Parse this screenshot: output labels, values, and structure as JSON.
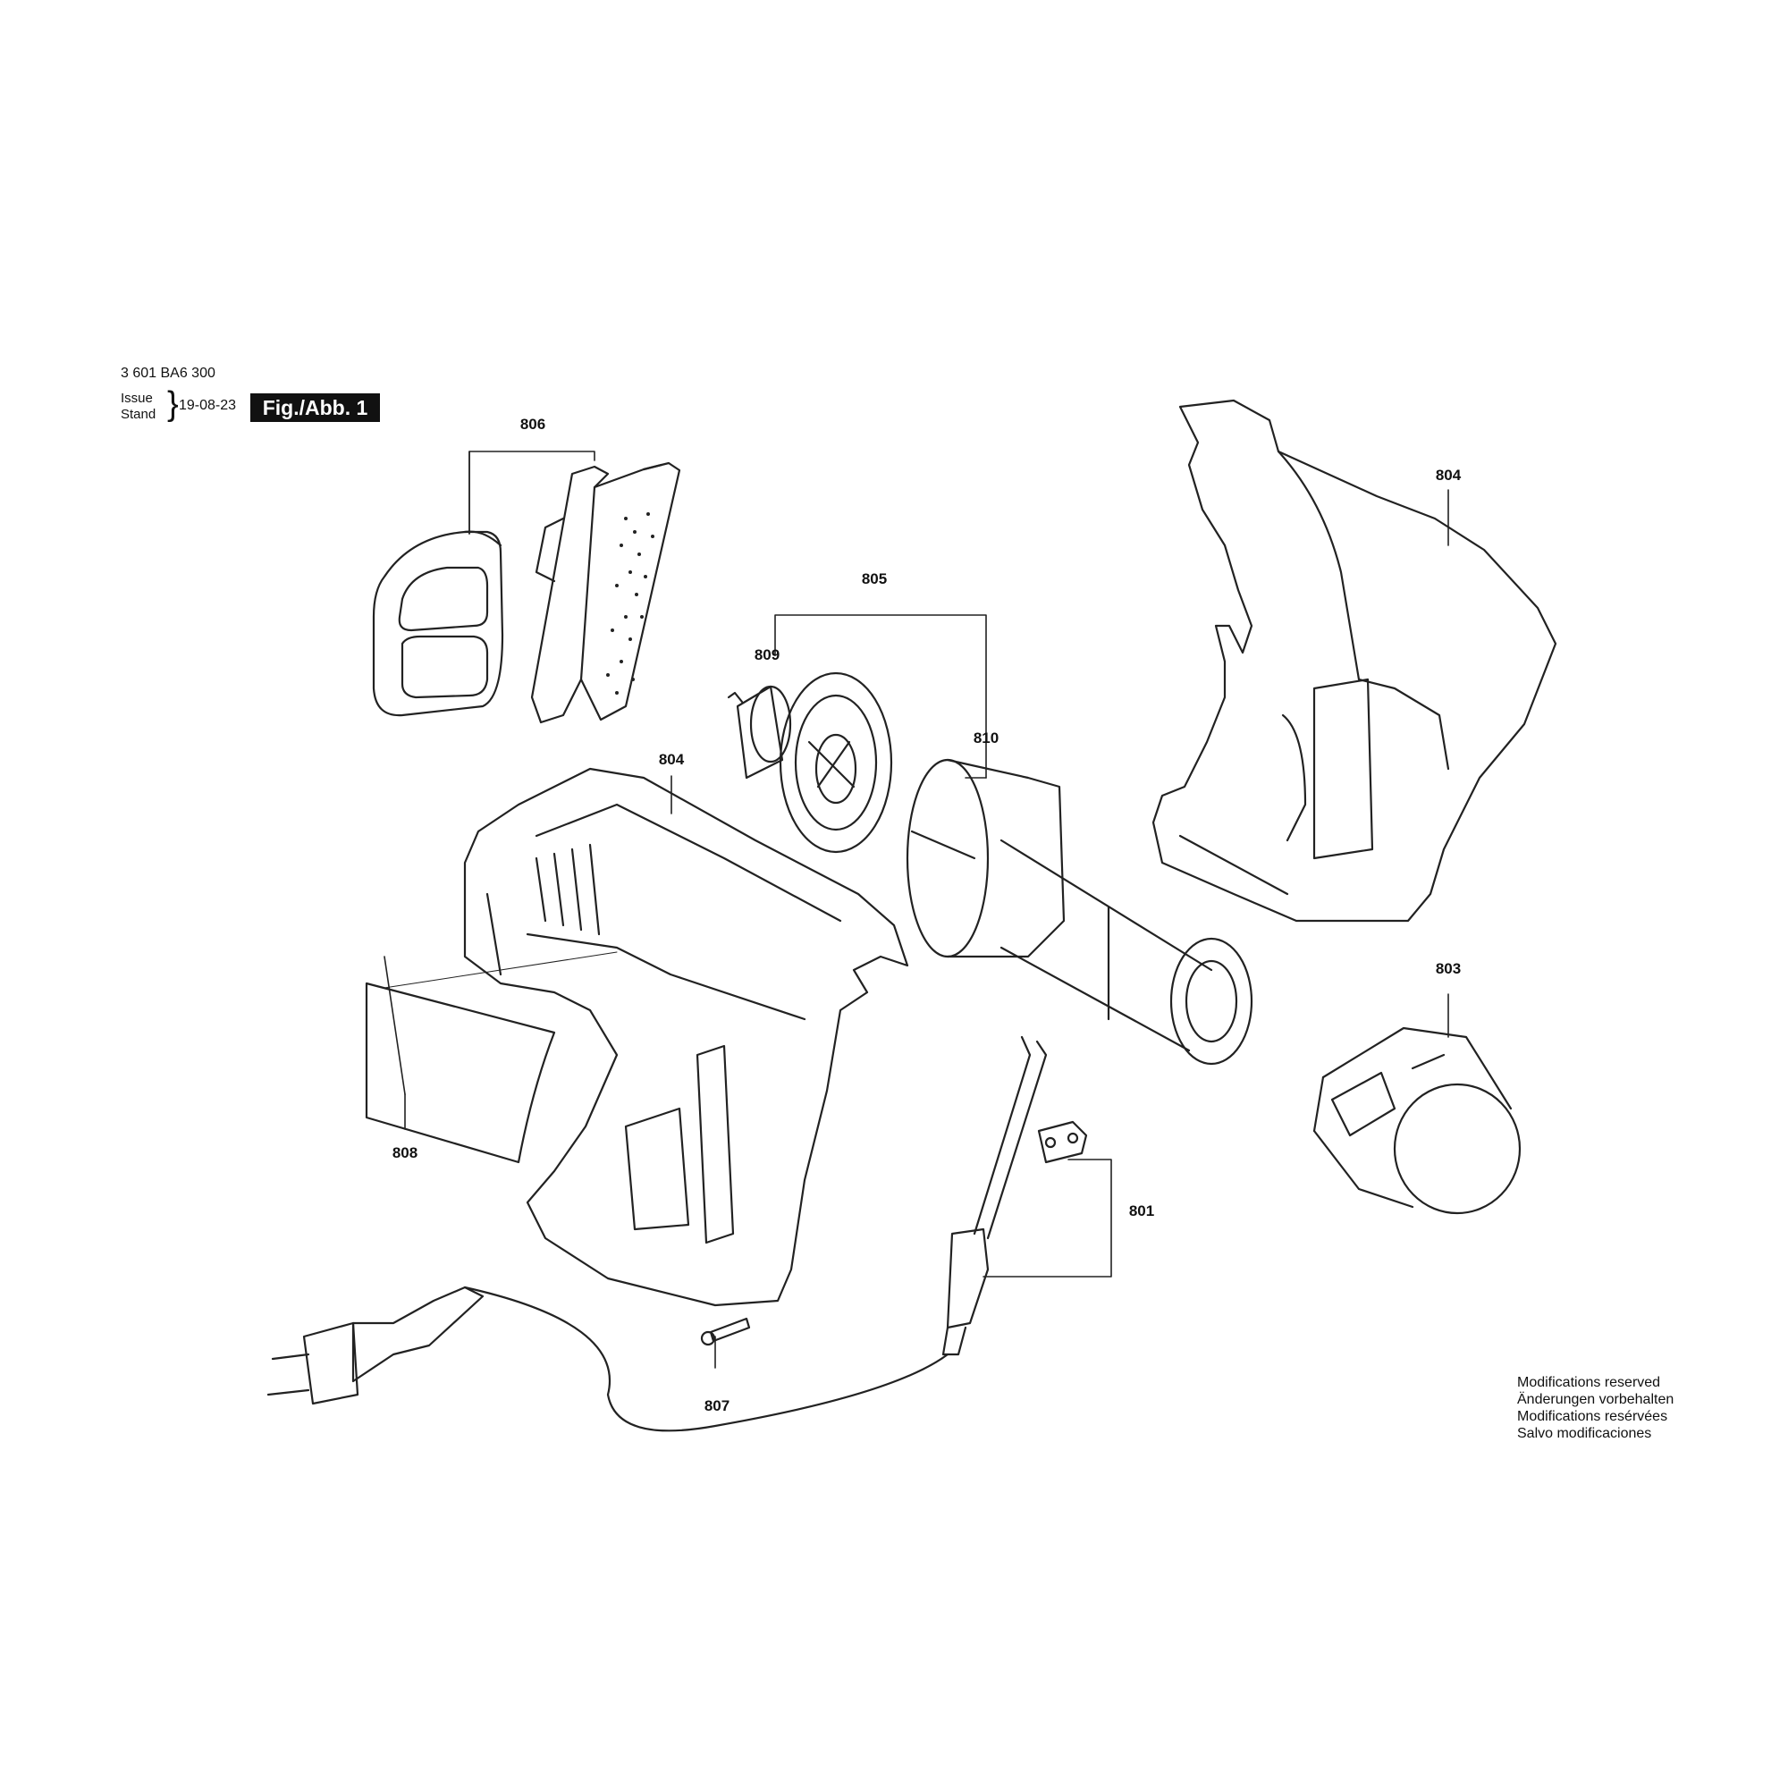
{
  "header": {
    "part_number": "3 601 BA6 300",
    "issue_label": "Issue",
    "stand_label": "Stand",
    "issue_date": "19-08-23",
    "figure_label": "Fig./Abb. 1"
  },
  "callouts": {
    "c806": "806",
    "c805": "805",
    "c809": "809",
    "c810": "810",
    "c804_left": "804",
    "c804_right": "804",
    "c803": "803",
    "c808": "808",
    "c807": "807",
    "c801": "801"
  },
  "notes": {
    "en": "Modifications reserved",
    "de": "Änderungen vorbehalten",
    "fr": "Modifications resérvées",
    "es": "Salvo modificaciones"
  }
}
